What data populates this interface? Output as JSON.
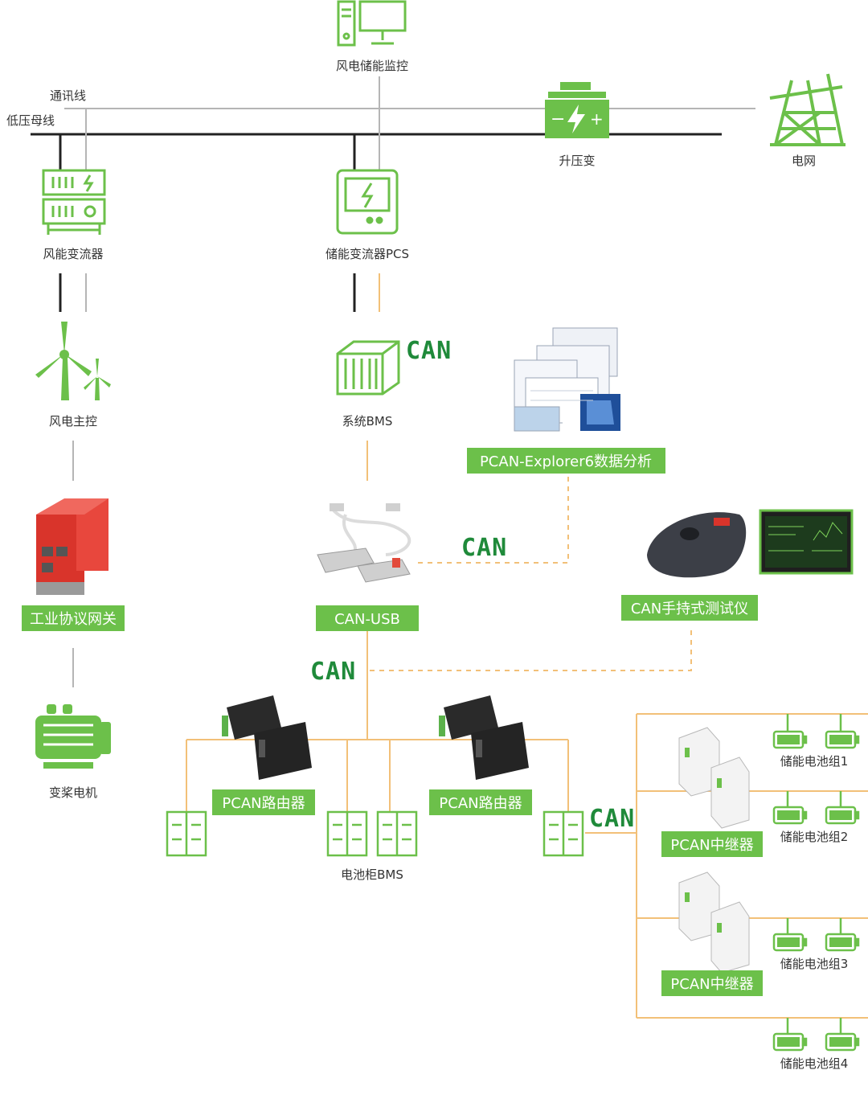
{
  "colors": {
    "green": "#6cc04a",
    "dark_green": "#1f8a3a",
    "orange": "#f2c078",
    "gray": "#b5b5b5",
    "black": "#222222"
  },
  "labels": {
    "wind_monitor": "风电储能监控",
    "comm_line": "通讯线",
    "low_voltage_bus": "低压母线",
    "step_up_transformer": "升压变",
    "grid": "电网",
    "wind_converter": "风能变流器",
    "storage_pcs": "储能变流器PCS",
    "wind_main_control": "风电主控",
    "system_bms": "系统BMS",
    "pitch_motor": "变桨电机",
    "cabinet_bms": "电池柜BMS",
    "battery_group_1": "储能电池组1",
    "battery_group_2": "储能电池组2",
    "battery_group_3": "储能电池组3",
    "battery_group_4": "储能电池组4"
  },
  "tags": {
    "pcan_explorer": "PCAN-Explorer6数据分析",
    "industrial_gateway": "工业协议网关",
    "can_usb": "CAN-USB",
    "can_handheld": "CAN手持式测试仪",
    "pcan_router_1": "PCAN路由器",
    "pcan_router_2": "PCAN路由器",
    "pcan_repeater_1": "PCAN中继器",
    "pcan_repeater_2": "PCAN中继器"
  },
  "can_marks": [
    "CAN",
    "CAN",
    "CAN",
    "CAN"
  ],
  "icons": [
    "monitor-computer-icon",
    "battery-transformer-icon",
    "power-tower-icon",
    "converter-icon",
    "pcs-icon",
    "wind-turbine-icon",
    "container-icon",
    "motor-icon",
    "software-screens-icon",
    "usb-adapter-icon",
    "handheld-tester-icon",
    "router-device-icon",
    "repeater-device-icon",
    "cabinet-icon",
    "battery-icon"
  ]
}
